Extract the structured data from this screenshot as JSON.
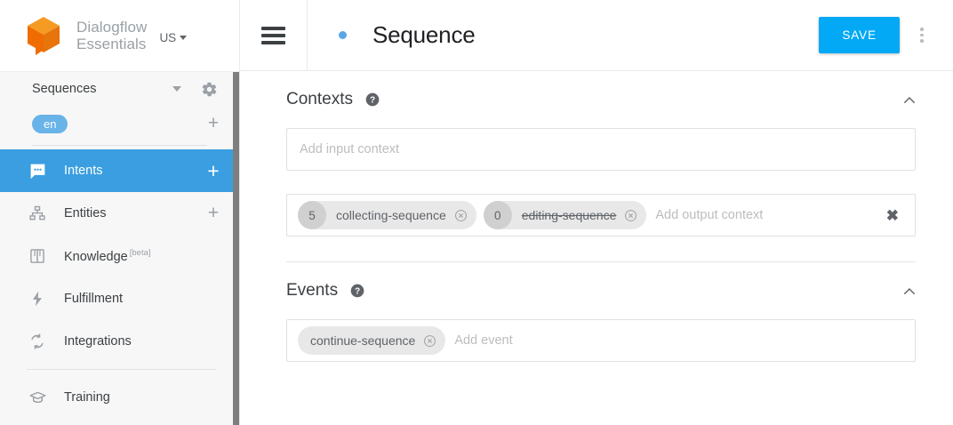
{
  "brand": {
    "logo_icon": "dialogflow-cube-logo",
    "name_line1": "Dialogflow",
    "name_line2": "Essentials",
    "region": "US"
  },
  "sidebar": {
    "agent": {
      "name": "Sequences",
      "dropdown_icon": "caret-down-icon",
      "settings_icon": "gear-icon"
    },
    "language": {
      "code": "en",
      "add_icon": "plus-icon"
    },
    "items": [
      {
        "label": "Intents",
        "icon": "speech-bubble-icon",
        "active": true,
        "add": "+"
      },
      {
        "label": "Entities",
        "icon": "sitemap-icon",
        "active": false,
        "add": "+"
      },
      {
        "label": "Knowledge",
        "icon": "book-icon",
        "active": false,
        "badge": "[beta]"
      },
      {
        "label": "Fulfillment",
        "icon": "bolt-icon",
        "active": false
      },
      {
        "label": "Integrations",
        "icon": "refresh-icon",
        "active": false
      },
      {
        "label": "Training",
        "icon": "graduation-cap-icon",
        "active": false
      }
    ]
  },
  "topbar": {
    "menu_icon": "hamburger-icon",
    "status_dot": "blue-dot",
    "title": "Sequence",
    "save_label": "SAVE",
    "overflow_icon": "kebab-menu-icon"
  },
  "sections": {
    "contexts": {
      "title": "Contexts",
      "help_icon": "help-circle-icon",
      "collapse_icon": "chevron-up-icon",
      "input_placeholder": "Add input context",
      "output_placeholder": "Add output context",
      "clear_icon": "close-x-icon",
      "output_chips": [
        {
          "lifespan": "5",
          "label": "collecting-sequence",
          "struck": false,
          "remove_icon": "remove-circle-icon"
        },
        {
          "lifespan": "0",
          "label": "editing-sequence",
          "struck": true,
          "remove_icon": "remove-circle-icon"
        }
      ]
    },
    "events": {
      "title": "Events",
      "help_icon": "help-circle-icon",
      "collapse_icon": "chevron-up-icon",
      "placeholder": "Add event",
      "chips": [
        {
          "label": "continue-sequence",
          "remove_icon": "remove-circle-icon"
        }
      ]
    }
  },
  "colors": {
    "accent_blue": "#3a9ee0",
    "save_blue": "#03a9f4",
    "logo_orange": "#ef6c00",
    "lang_pill": "#68b3e8"
  }
}
